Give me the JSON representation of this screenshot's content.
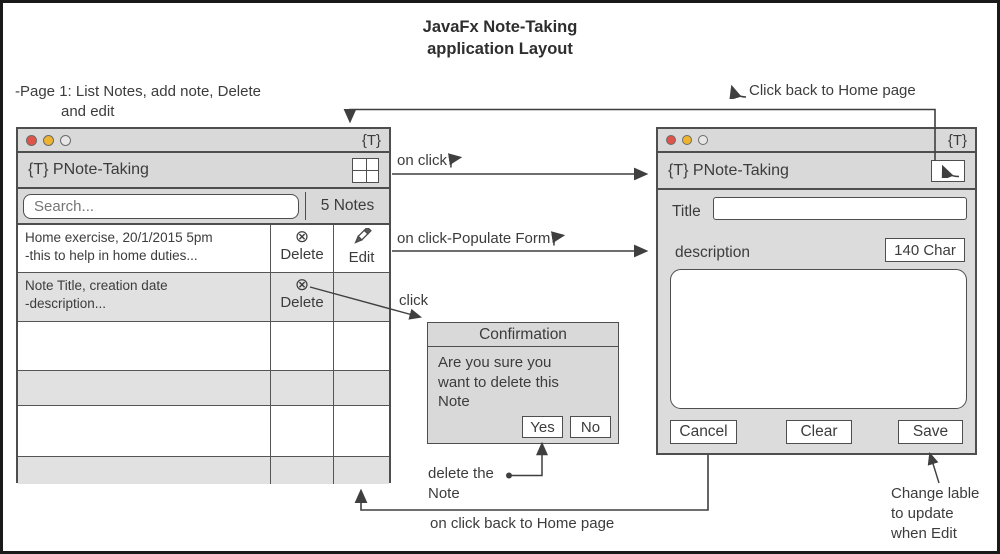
{
  "header": {
    "title_line1": "JavaFx Note-Taking",
    "title_line2": "application Layout"
  },
  "page_note": {
    "line1": "-Page 1: List Notes, add note, Delete",
    "line2": "and edit"
  },
  "annotations": {
    "back_home_top": "Click back to Home page",
    "on_click": "on click",
    "on_click_populate": "on click-Populate Form",
    "click": "click",
    "delete_the": "delete the",
    "note": "Note",
    "back_home_bottom": "on click back to Home page",
    "change_label_1": "Change lable",
    "change_label_2": "to update",
    "change_label_3": "when Edit"
  },
  "left_window": {
    "titlebar_tag": "{T}",
    "header_title": "{T} PNote-Taking",
    "search_placeholder": "Search...",
    "notes_count": "5 Notes",
    "rows": [
      {
        "line1": "Home exercise, 20/1/2015 5pm",
        "line2": "-this to help in home duties...",
        "delete_label": "Delete",
        "edit_label": "Edit"
      },
      {
        "line1": "Note Title, creation date",
        "line2": "-description...",
        "delete_label": "Delete",
        "edit_label": ""
      },
      {
        "line1": "",
        "line2": "",
        "delete_label": "",
        "edit_label": ""
      },
      {
        "line1": "",
        "line2": "",
        "delete_label": "",
        "edit_label": ""
      },
      {
        "line1": "",
        "line2": "",
        "delete_label": "",
        "edit_label": ""
      },
      {
        "line1": "",
        "line2": "",
        "delete_label": "",
        "edit_label": ""
      }
    ]
  },
  "right_window": {
    "titlebar_tag": "{T}",
    "header_title": "{T} PNote-Taking",
    "title_label": "Title",
    "description_label": "description",
    "char_counter": "140 Char",
    "cancel_label": "Cancel",
    "clear_label": "Clear",
    "save_label": "Save"
  },
  "dialog": {
    "title": "Confirmation",
    "message_line1": "Are you sure you",
    "message_line2": "want to delete this",
    "message_line3": "Note",
    "yes_label": "Yes",
    "no_label": "No"
  },
  "icons": {
    "delete_glyph": "⊗",
    "back_arrow": "curved-back-arrow",
    "redo_arrow": "curved-redo-arrow",
    "edit_pencil": "pencil"
  },
  "colors": {
    "window_gray": "#d9d9d9",
    "row_alt_gray": "#e1e1e1",
    "body_gray": "#dcdcdc",
    "border": "#4e4e4e",
    "traffic_red": "#df5349",
    "traffic_yellow": "#eeb42e"
  }
}
